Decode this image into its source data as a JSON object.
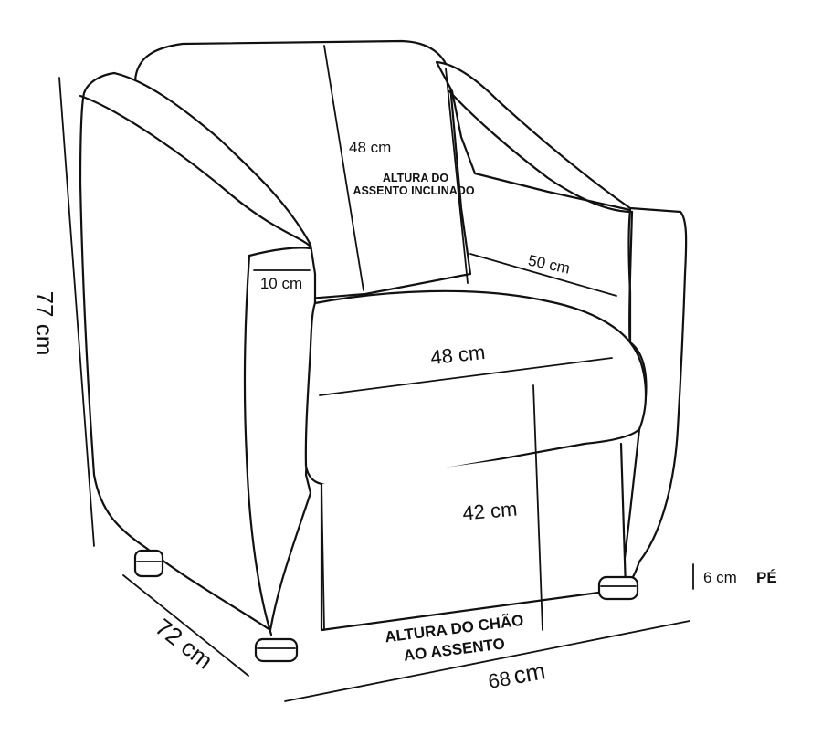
{
  "dimensions": {
    "total_height": "77 cm",
    "depth": "72 cm",
    "width": "68",
    "width_unit": "cm",
    "backrest_height": "48 cm",
    "backrest_note_line1": "ALTURA DO",
    "backrest_note_line2": "ASSENTO INCLINADO",
    "seat_depth": "50 cm",
    "arm_width": "10 cm",
    "seat_width": "48 cm",
    "seat_height": "42 cm",
    "seat_height_note_line1": "ALTURA DO CHÃO",
    "seat_height_note_line2": "AO ASSENTO",
    "foot_height": "6 cm",
    "foot_label": "PÉ"
  }
}
